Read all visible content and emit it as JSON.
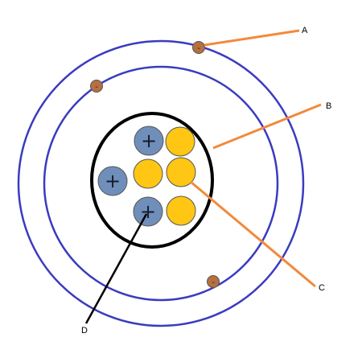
{
  "labels": {
    "a": "A",
    "b": "B",
    "c": "C",
    "d": "D"
  },
  "electron_symbol": "-",
  "proton_symbol": "+",
  "colors": {
    "orbit": "#3b3bbf",
    "nucleus_boundary": "#000000",
    "proton": "#6f8fba",
    "neutron": "#ffc614",
    "electron": "#b5703f",
    "pointer_orange": "#f28a3c",
    "pointer_black": "#000000"
  }
}
